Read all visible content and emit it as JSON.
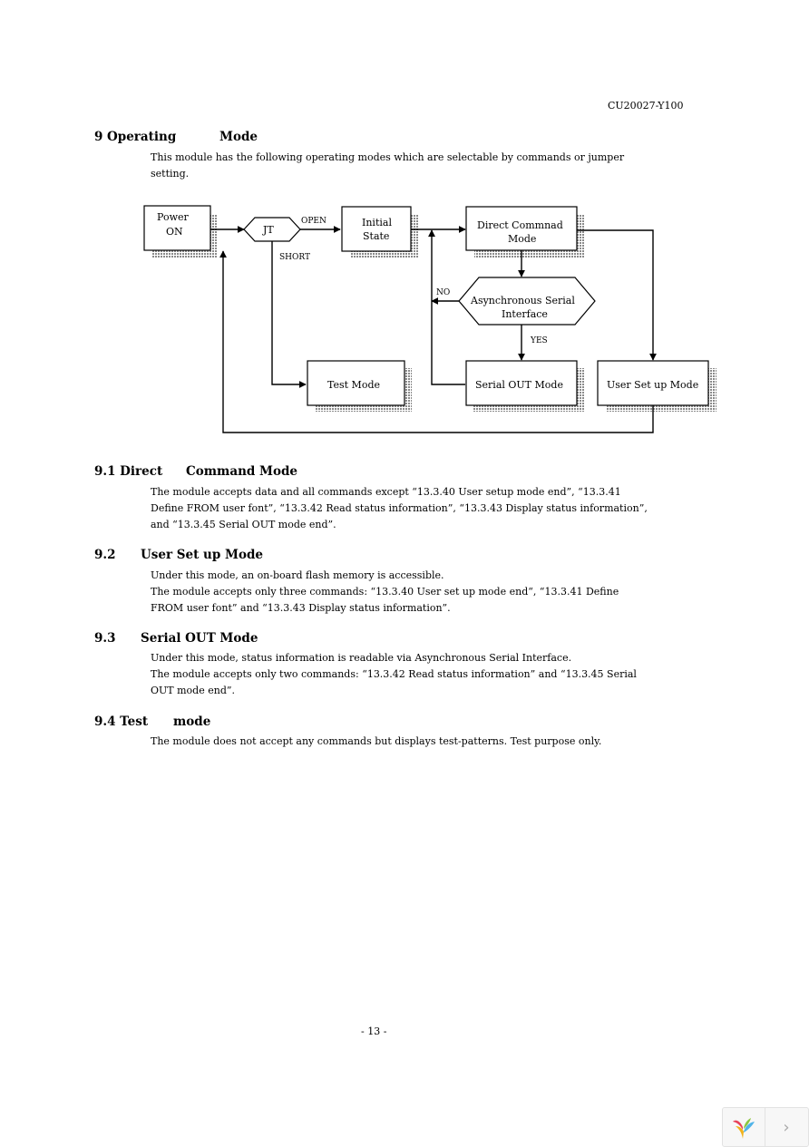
{
  "header": {
    "doc_code": "CU20027-Y100"
  },
  "section9": {
    "title_num": "9",
    "title_a": "Operating",
    "title_b": "Mode",
    "lines": [
      "This module has the following operating modes which are selectable by commands or jumper",
      "setting."
    ]
  },
  "diagram": {
    "power_on_1": "Power",
    "power_on_2": "ON",
    "jt": "JT",
    "open": "OPEN",
    "short": "SHORT",
    "initial_1": "Initial",
    "initial_2": "State",
    "direct_1": "Direct Commnad",
    "direct_2": "Mode",
    "async_1": "Asynchronous Serial",
    "async_2": "Interface",
    "no": "NO",
    "yes": "YES",
    "test_mode": "Test Mode",
    "serial_out": "Serial OUT Mode",
    "user_setup": "User Set up Mode"
  },
  "s91": {
    "num": "9.1 Direct",
    "word_a": "Command",
    "word_b": "Mode",
    "lines": [
      "The module accepts data and all commands except “13.3.40 User setup mode end”, “13.3.41",
      "Define FROM user font”, “13.3.42 Read status information”, “13.3.43 Display status information”,",
      "and “13.3.45 Serial OUT mode end”."
    ]
  },
  "s92": {
    "num": "9.2",
    "title": "User Set up Mode",
    "lines": [
      "Under this mode, an on-board flash memory is accessible.",
      "The module accepts only three commands: “13.3.40 User set up mode end“, “13.3.41 Define",
      "FROM user font” and “13.3.43 Display status information”."
    ]
  },
  "s93": {
    "num": "9.3",
    "title": "Serial OUT Mode",
    "lines": [
      "Under this mode, status information is readable via Asynchronous Serial Interface.",
      "The module accepts only two commands: “13.3.42 Read status information” and “13.3.45 Serial",
      "OUT mode end”."
    ]
  },
  "s94": {
    "num": "9.4 Test",
    "title": "mode",
    "lines": [
      "The module does not accept any commands but displays test-patterns. Test purpose only."
    ]
  },
  "footer": {
    "page": "- 13 -"
  },
  "viewer": {
    "logo_icon": "viewer-logo-icon",
    "next_icon": "chevron-right-icon"
  }
}
